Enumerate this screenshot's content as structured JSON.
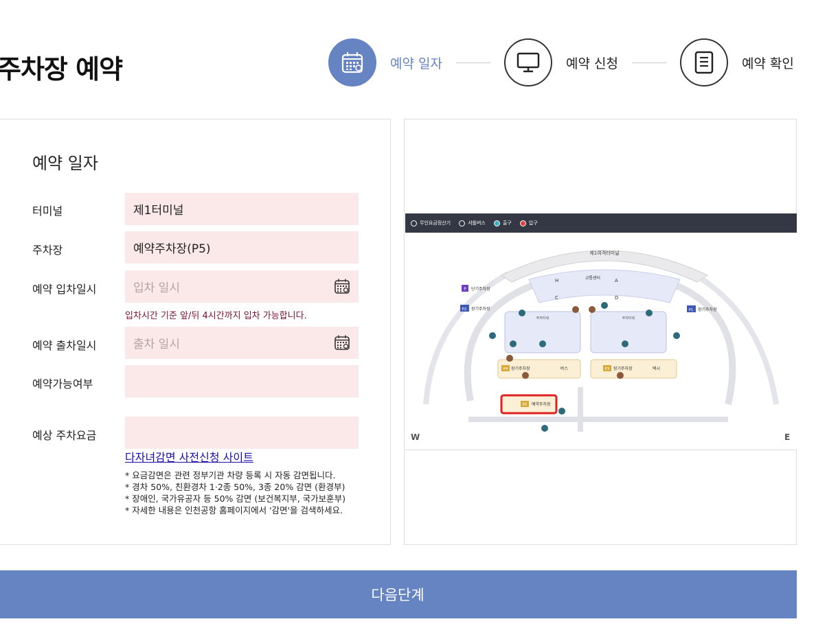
{
  "page": {
    "title": "주차장 예약"
  },
  "steps": [
    {
      "label": "예약 일자",
      "icon": "calendar-icon",
      "active": true
    },
    {
      "label": "예약 신청",
      "icon": "monitor-icon",
      "active": false
    },
    {
      "label": "예약 확인",
      "icon": "document-icon",
      "active": false
    }
  ],
  "form": {
    "section_title": "예약 일자",
    "terminal": {
      "label": "터미널",
      "value": "제1터미널"
    },
    "parking": {
      "label": "주차장",
      "value": "예약주차장(P5)"
    },
    "entry": {
      "label": "예약 입차일시",
      "placeholder": "입차 일시"
    },
    "entry_hint": "입차시간 기준 앞/뒤 4시간까지 입차 가능합니다.",
    "exit": {
      "label": "예약 출차일시",
      "placeholder": "출차 일시"
    },
    "availability": {
      "label": "예약가능여부",
      "value": ""
    },
    "fee": {
      "label": "예상 주차요금",
      "value": ""
    },
    "discount_link": "다자녀감면 사전신청 사이트",
    "notes": [
      "* 요금감면은 관련 정부기관 차량 등록 시 자동 감면됩니다.",
      "* 경차 50%, 친환경차 1·2종 50%, 3종 20% 감면 (환경부)",
      "* 장애인, 국가유공자 등 50% 감면 (보건복지부, 국가보훈부)",
      "* 자세한 내용은 인천공항 홈페이지에서 '감면'을 검색하세요."
    ]
  },
  "map": {
    "legend": [
      "무인요금정산기",
      "셔틀버스",
      "출구",
      "입구"
    ],
    "terminal_label": "제1여객터미널",
    "traffic_center": "교통센터",
    "zones": [
      "H",
      "A",
      "C",
      "D"
    ],
    "lots": {
      "short": {
        "badge": "P",
        "label": "단기주차장"
      },
      "p1": {
        "badge": "P1",
        "label": "장기주차장"
      },
      "p2": {
        "badge": "P2",
        "label": "장기주차장"
      },
      "p3": {
        "badge": "P3",
        "label": "장기주차장"
      },
      "p4": {
        "badge": "P4",
        "label": "장기주차장"
      },
      "p5": {
        "badge": "P5",
        "label": "예약주차장"
      }
    },
    "bus_label": "버스",
    "taxi_label": "택시",
    "parking_tower": "주차타워",
    "west": "W",
    "east": "E",
    "colors": {
      "accent": "#6683c2",
      "highlight": "#e02020",
      "legend_bg": "#343744"
    }
  },
  "next_button": "다음단계"
}
